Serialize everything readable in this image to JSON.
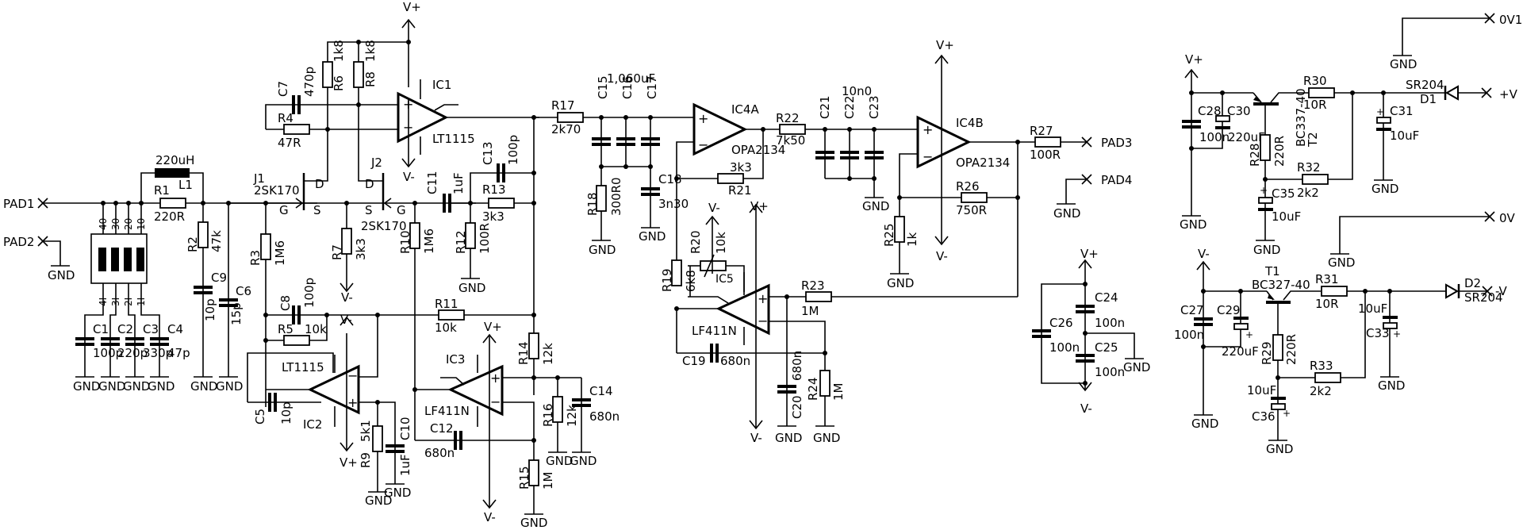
{
  "pads": [
    {
      "id": "PAD1",
      "label": "PAD1"
    },
    {
      "id": "PAD2",
      "label": "PAD2"
    },
    {
      "id": "PAD3",
      "label": "PAD3"
    },
    {
      "id": "PAD4",
      "label": "PAD4"
    },
    {
      "id": "0V1",
      "label": "0V1"
    },
    {
      "id": "+V",
      "label": "+V"
    },
    {
      "id": "0V",
      "label": "0V"
    },
    {
      "id": "-V",
      "label": "-V"
    }
  ],
  "power": {
    "vplus": "V+",
    "vminus": "V-",
    "gnd": "GND"
  },
  "resistors": [
    {
      "ref": "R1",
      "value": "220R"
    },
    {
      "ref": "R2",
      "value": "47k"
    },
    {
      "ref": "R3",
      "value": "1M6"
    },
    {
      "ref": "R4",
      "value": "47R"
    },
    {
      "ref": "R5",
      "value": "10k"
    },
    {
      "ref": "R6",
      "value": "1k8"
    },
    {
      "ref": "R7",
      "value": "3k3"
    },
    {
      "ref": "R8",
      "value": "1k8"
    },
    {
      "ref": "R9",
      "value": "5k1"
    },
    {
      "ref": "R10",
      "value": "1M6"
    },
    {
      "ref": "R11",
      "value": "10k"
    },
    {
      "ref": "R12",
      "value": "100R"
    },
    {
      "ref": "R13",
      "value": "3k3"
    },
    {
      "ref": "R14",
      "value": "12k"
    },
    {
      "ref": "R15",
      "value": "1M"
    },
    {
      "ref": "R16",
      "value": "12k"
    },
    {
      "ref": "R17",
      "value": "2k70"
    },
    {
      "ref": "R18",
      "value": "300R0"
    },
    {
      "ref": "R19",
      "value": "6k8"
    },
    {
      "ref": "R20",
      "value": "10k"
    },
    {
      "ref": "R21",
      "value": "3k3"
    },
    {
      "ref": "R22",
      "value": "7k50"
    },
    {
      "ref": "R23",
      "value": "1M"
    },
    {
      "ref": "R24",
      "value": "1M"
    },
    {
      "ref": "R25",
      "value": "1k"
    },
    {
      "ref": "R26",
      "value": "750R"
    },
    {
      "ref": "R27",
      "value": "100R"
    },
    {
      "ref": "R28",
      "value": "220R"
    },
    {
      "ref": "R29",
      "value": "220R"
    },
    {
      "ref": "R30",
      "value": "10R"
    },
    {
      "ref": "R31",
      "value": "10R"
    },
    {
      "ref": "R32",
      "value": "2k2"
    },
    {
      "ref": "R33",
      "value": "2k2"
    }
  ],
  "capacitors": [
    {
      "ref": "C1",
      "value": "100p"
    },
    {
      "ref": "C2",
      "value": "220p"
    },
    {
      "ref": "C3",
      "value": "330p"
    },
    {
      "ref": "C4",
      "value": "47p"
    },
    {
      "ref": "C5",
      "value": "10p"
    },
    {
      "ref": "C6",
      "value": "15p"
    },
    {
      "ref": "C7",
      "value": "470p"
    },
    {
      "ref": "C8",
      "value": "100p"
    },
    {
      "ref": "C9",
      "value": "10p"
    },
    {
      "ref": "C10",
      "value": "1uF"
    },
    {
      "ref": "C11",
      "value": "1uF"
    },
    {
      "ref": "C12",
      "value": "680n"
    },
    {
      "ref": "C13",
      "value": "100p"
    },
    {
      "ref": "C14",
      "value": "680n"
    },
    {
      "ref": "C15",
      "value": ""
    },
    {
      "ref": "C16",
      "value": ""
    },
    {
      "ref": "C17",
      "value": ""
    },
    {
      "ref": "C18",
      "value": "3n30"
    },
    {
      "ref": "C19",
      "value": "680n"
    },
    {
      "ref": "C20",
      "value": "680n"
    },
    {
      "ref": "C21",
      "value": ""
    },
    {
      "ref": "C22",
      "value": ""
    },
    {
      "ref": "C23",
      "value": ""
    },
    {
      "ref": "C24",
      "value": "100n"
    },
    {
      "ref": "C25",
      "value": "100n"
    },
    {
      "ref": "C26",
      "value": "100n"
    },
    {
      "ref": "C27",
      "value": "100n"
    },
    {
      "ref": "C28",
      "value": "100n"
    },
    {
      "ref": "C29",
      "value": "220uF"
    },
    {
      "ref": "C30",
      "value": "220uF"
    },
    {
      "ref": "C31",
      "value": "10uF"
    },
    {
      "ref": "C33",
      "value": "10uF"
    },
    {
      "ref": "C35",
      "value": "10uF"
    },
    {
      "ref": "C36",
      "value": "10uF"
    }
  ],
  "group_values": {
    "c15_17": "1,060uF",
    "c21_23": "10n0"
  },
  "inductors": [
    {
      "ref": "L1",
      "value": "220uH"
    }
  ],
  "ics": [
    {
      "ref": "IC1",
      "part": "LT1115"
    },
    {
      "ref": "IC2",
      "part": "LT1115"
    },
    {
      "ref": "IC3",
      "part": "LF411N"
    },
    {
      "ref": "IC4A",
      "part": "OPA2134"
    },
    {
      "ref": "IC4B",
      "part": "OPA2134"
    },
    {
      "ref": "IC5",
      "part": "LF411N"
    }
  ],
  "jfets": [
    {
      "ref": "J1",
      "part": "2SK170"
    },
    {
      "ref": "J2",
      "part": "2SK170"
    }
  ],
  "transistors": [
    {
      "ref": "T1",
      "part": "BC327-40"
    },
    {
      "ref": "T2",
      "part": "BC337-40"
    }
  ],
  "diodes": [
    {
      "ref": "D1",
      "part": "SR204"
    },
    {
      "ref": "D2",
      "part": "SR204"
    }
  ],
  "switch_pins": {
    "top": [
      "40",
      "30",
      "20",
      "10"
    ],
    "bottom": [
      "4I",
      "3I",
      "2I",
      "1I"
    ]
  },
  "pin_labels": {
    "g": "G",
    "s": "S",
    "d": "D"
  }
}
